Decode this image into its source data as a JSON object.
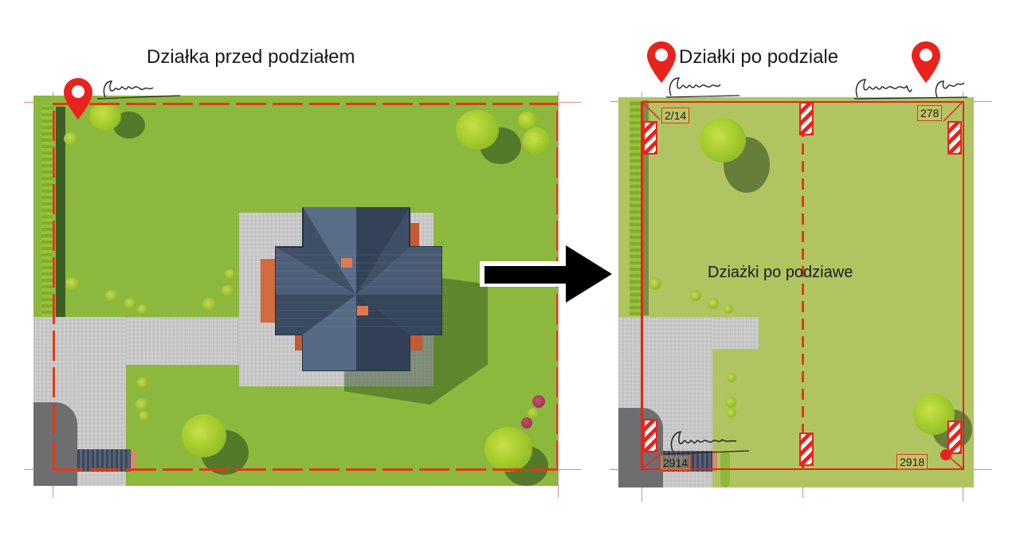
{
  "left_panel": {
    "title": "Działka przed podziałem",
    "description": "Aerial view of a single plot with a house, driveway, lawn and trees, bounded by a dashed red property line"
  },
  "right_panel": {
    "title": "Działki po podziale",
    "center_label": "Dziażki po podziawe",
    "parcel_labels": [
      "2/14",
      "278",
      "2914",
      "2918"
    ],
    "description": "Same plot subdivided into two parcels by a dashed red division line, with striped boundary markers"
  },
  "arrow": {
    "direction": "right",
    "meaning": "before-to-after transition"
  },
  "icons": {
    "pin": "map-pin-icon",
    "marker": "boundary-marker-icon",
    "signature": "signature-icon",
    "arrow": "arrow-right-icon"
  },
  "colors": {
    "boundary_red": "#e8231e",
    "dashed_boundary": "#e03c14",
    "lawn_before": "#8cb83e",
    "lawn_after": "#b1c462",
    "roof": "#3e4f66",
    "paving": "#c9c9c9",
    "pin_red": "#e8231e",
    "arrow": "#000000"
  }
}
